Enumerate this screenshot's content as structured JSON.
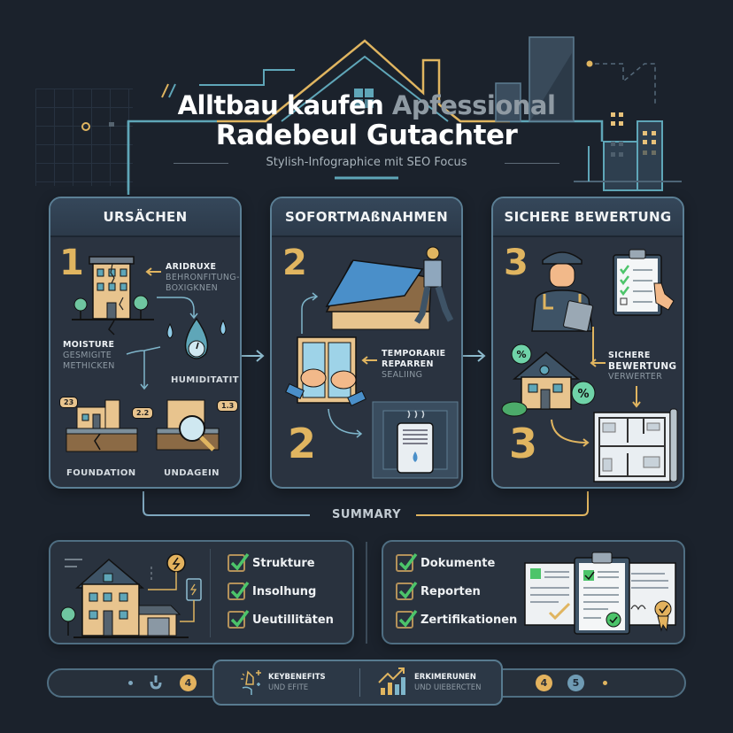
{
  "header": {
    "title_line1_main": "Alltbau kaufen",
    "title_line1_accent": "Apfessional",
    "title_line2": "Radebeul Gutachter",
    "subtitle": "Stylish-Infographice mit SEO Focus"
  },
  "panels": [
    {
      "heading": "URSÄCHEN",
      "numbers": [
        "1"
      ],
      "labels": [
        {
          "title": "ARIDRUXE",
          "lines": [
            "BEHRONFITUNG-",
            "BOXIGKNEN"
          ]
        },
        {
          "title": "MOISTURE",
          "lines": [
            "GESMIGITE",
            "METHICKEN"
          ]
        }
      ],
      "captions": [
        "HUMIDITATIT",
        "FOUNDATION",
        "UNDAGEIN"
      ],
      "badges": [
        "23",
        "2.2",
        "1.3"
      ]
    },
    {
      "heading": "SOFORTMAßNAHMEN",
      "numbers": [
        "2",
        "2"
      ],
      "labels": [
        {
          "title": "TEMPORARIE",
          "lines_bold": [
            "REPARREN"
          ],
          "lines": [
            "SEALIING"
          ]
        }
      ]
    },
    {
      "heading": "SICHERE BEWERTUNG",
      "numbers": [
        "3",
        "3"
      ],
      "labels": [
        {
          "title": "SICHERE",
          "lines_bold": [
            "BEWERTUNG"
          ],
          "lines": [
            "VERWERTER"
          ]
        }
      ],
      "badges": [
        "%",
        "%"
      ]
    }
  ],
  "summary": {
    "label": "SUMMARY",
    "left_checks": [
      "Strukture",
      "Insolhung",
      "Ueutillitäten"
    ],
    "right_checks": [
      "Dokumente",
      "Reporten",
      "Zertifikationen"
    ]
  },
  "footer": {
    "left_coin": "4",
    "right_coins": [
      "4",
      "5"
    ],
    "benefit_title": "KEYBENEFITS",
    "benefit_sub": "UND EFITE",
    "result_title": "ERKIMERUNEN",
    "result_sub": "UND UIEBERCTEN"
  },
  "colors": {
    "background": "#1b222c",
    "panel": "#2a3340",
    "accent_gold": "#e0b560",
    "accent_teal": "#5fa6b8",
    "check_green": "#4cc46a"
  }
}
